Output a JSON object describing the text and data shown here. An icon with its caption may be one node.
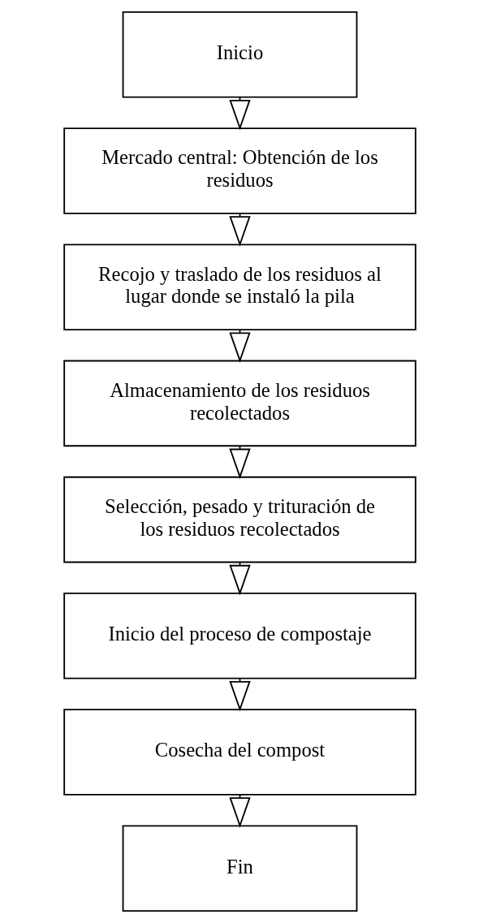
{
  "diagram": {
    "nodes": [
      {
        "text": [
          "Inicio"
        ]
      },
      {
        "text": [
          "Mercado central: Obtención de los residuos"
        ]
      },
      {
        "text": [
          "Recojo y traslado de los residuos al lugar donde se instaló la pila"
        ]
      },
      {
        "text": [
          "Almacenamiento de los residuos recolectados"
        ]
      },
      {
        "text": [
          "Selección, pesado y trituración de los residuos recolectados"
        ]
      },
      {
        "text": [
          "Inicio del proceso de compostaje"
        ]
      },
      {
        "text": [
          "Cosecha del compost"
        ]
      },
      {
        "text": [
          "Fin"
        ]
      }
    ],
    "edges": [
      {
        "from": 0,
        "to": 1,
        "arrow": "to"
      },
      {
        "from": 1,
        "to": 2,
        "arrow": "to"
      },
      {
        "from": 2,
        "to": 3,
        "arrow": "to"
      },
      {
        "from": 3,
        "to": 4,
        "arrow": "to"
      },
      {
        "from": 4,
        "to": 5,
        "arrow": "to"
      },
      {
        "from": 5,
        "to": 6,
        "arrow": "to"
      },
      {
        "from": 6,
        "to": 7,
        "arrow": "to"
      }
    ]
  }
}
